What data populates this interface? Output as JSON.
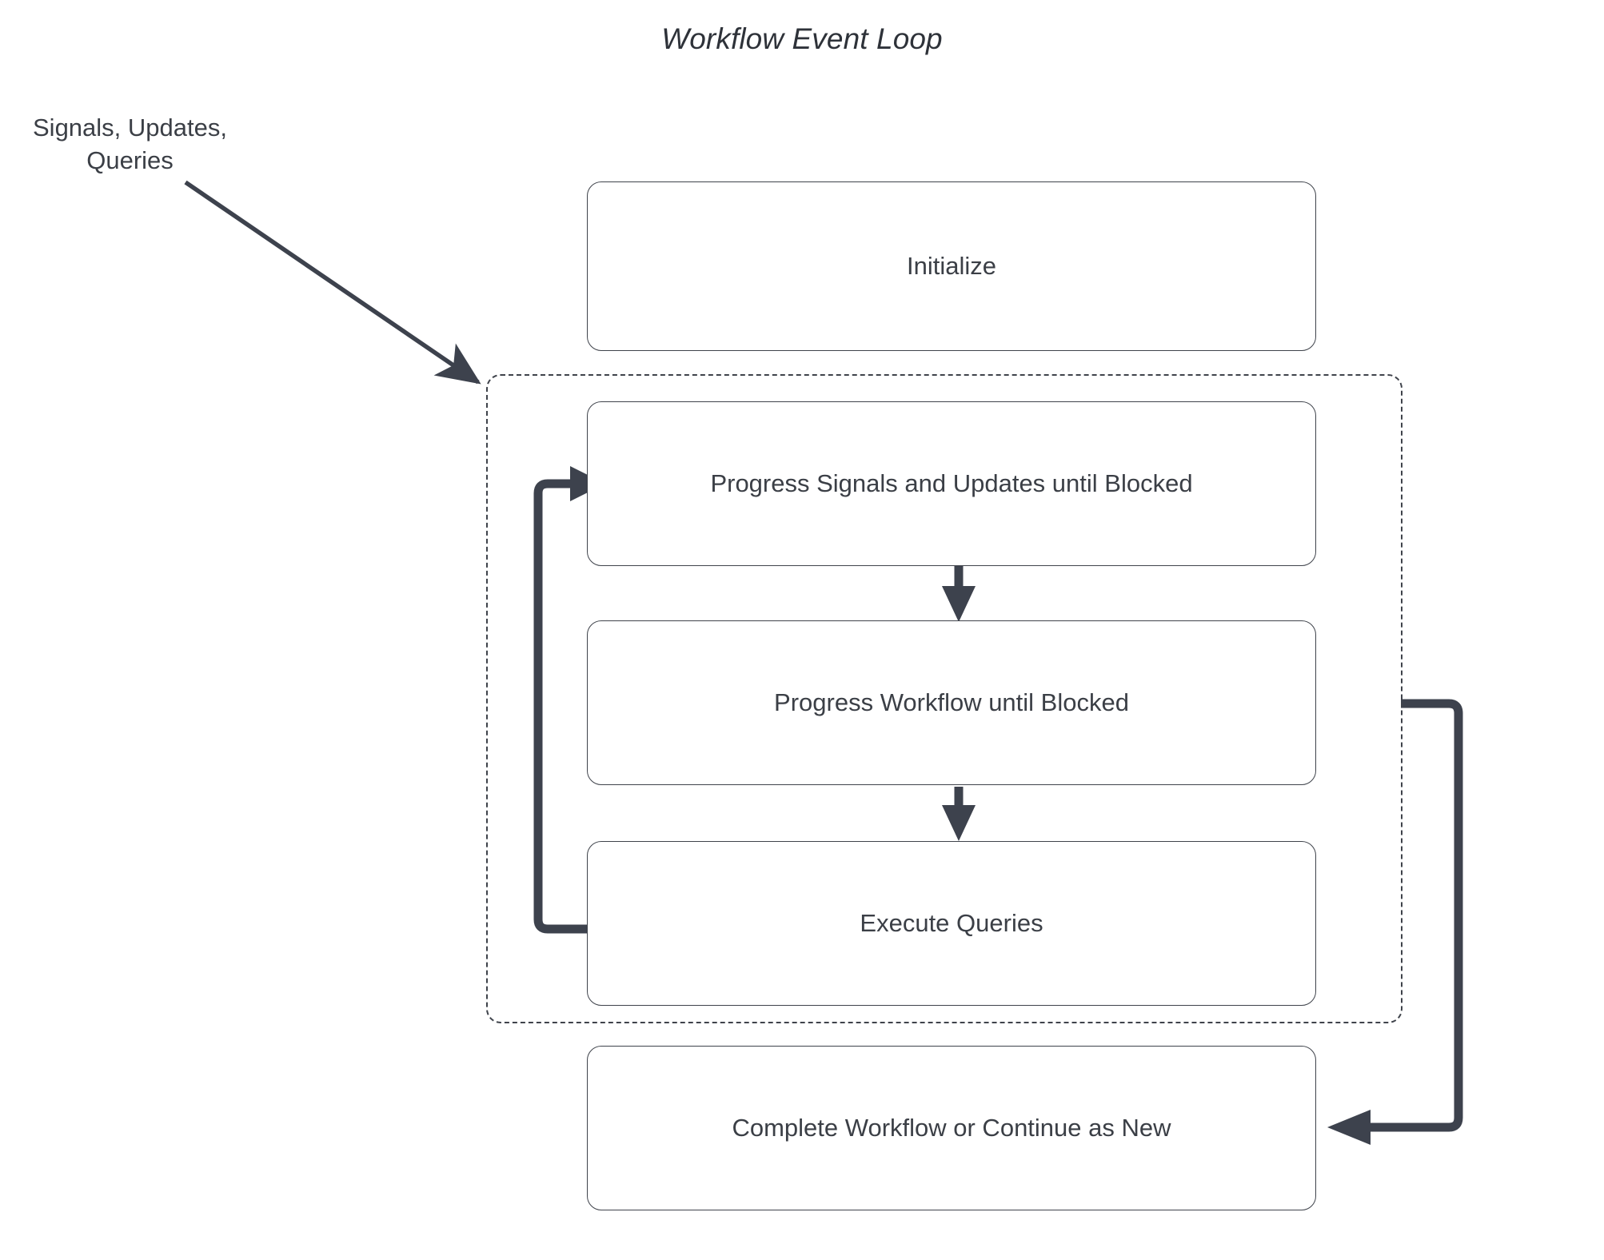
{
  "diagram": {
    "title": "Workflow Event Loop",
    "external_input_label": "Signals, Updates,\nQueries",
    "colors": {
      "stroke": "#3f434b",
      "connector": "#3d424d",
      "text": "#3b3f46",
      "background": "#ffffff"
    },
    "nodes": [
      {
        "id": "initialize",
        "label": "Initialize"
      },
      {
        "id": "progress-signals-updates",
        "label": "Progress Signals and Updates until Blocked"
      },
      {
        "id": "progress-workflow",
        "label": "Progress Workflow until Blocked"
      },
      {
        "id": "execute-queries",
        "label": "Execute Queries"
      },
      {
        "id": "complete-or-continue",
        "label": "Complete Workflow or Continue as New"
      }
    ],
    "loop_group": {
      "id": "event-loop-group",
      "style": "dashed",
      "members": [
        "progress-signals-updates",
        "progress-workflow",
        "execute-queries"
      ]
    },
    "edges": [
      {
        "id": "signals-into-loop",
        "from": "external-input",
        "to": "event-loop-group",
        "style": "solid-diagonal-arrow"
      },
      {
        "id": "signals-to-workflow",
        "from": "progress-signals-updates",
        "to": "progress-workflow",
        "style": "down-arrow"
      },
      {
        "id": "workflow-to-queries",
        "from": "progress-workflow",
        "to": "execute-queries",
        "style": "down-arrow"
      },
      {
        "id": "queries-back-to-signals",
        "from": "execute-queries",
        "to": "progress-signals-updates",
        "style": "left-loopback-arrow"
      },
      {
        "id": "loop-to-complete",
        "from": "event-loop-group",
        "to": "complete-or-continue",
        "style": "right-wrap-arrow"
      }
    ]
  }
}
